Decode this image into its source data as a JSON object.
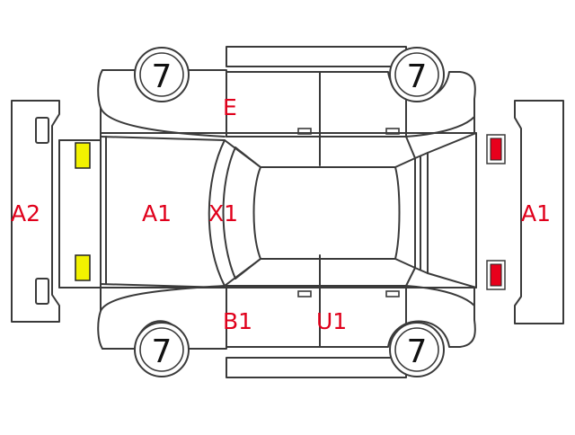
{
  "colors": {
    "line": "#3a3a3a",
    "label": "#e0001b",
    "front_lights": "#f2f200",
    "rear_lights": "#e8001c",
    "light_border": "#222222"
  },
  "wheels": {
    "front_left": "7",
    "rear_left": "7",
    "front_right": "7",
    "rear_right": "7"
  },
  "labels": {
    "front_bumper": "A2",
    "hood": "A1",
    "windshield": "X1",
    "roof_front_side": "E",
    "front_door_lower": "B1",
    "rear_door_lower": "U1",
    "rear_bumper": "A1"
  },
  "light_markers": {
    "front": "yellow",
    "rear": "red"
  }
}
